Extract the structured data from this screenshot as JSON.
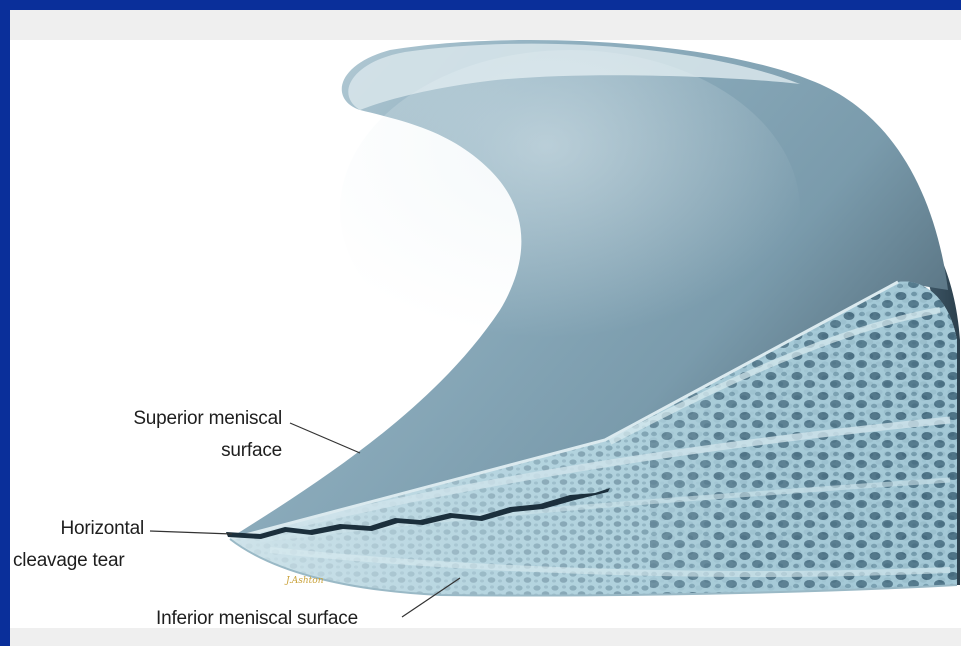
{
  "labels": {
    "superior_line1": "Superior meniscal",
    "superior_line2": "surface",
    "horizontal_line1": "Horizontal",
    "horizontal_line2": "cleavage tear",
    "inferior": "Inferior meniscal surface"
  },
  "signature": "J.Ashton",
  "colors": {
    "frame": "#0a2f9a",
    "meniscus_surface": "#7f9fb0",
    "cross_section": "#a9cbd8",
    "tear": "#1b2f3c"
  }
}
